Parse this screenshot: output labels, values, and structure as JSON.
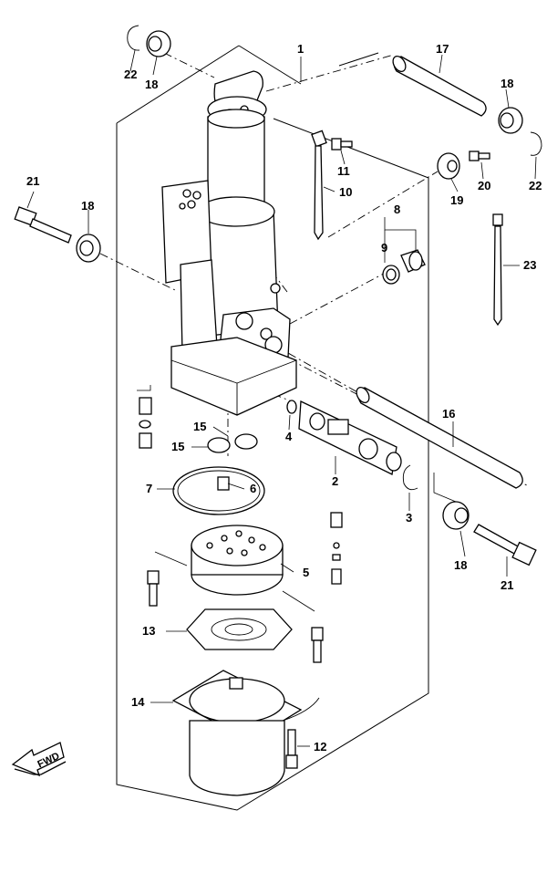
{
  "diagram": {
    "fwd_label": "FWD",
    "callouts": [
      {
        "id": "c1",
        "text": "1"
      },
      {
        "id": "c2",
        "text": "2"
      },
      {
        "id": "c3",
        "text": "3"
      },
      {
        "id": "c4",
        "text": "4"
      },
      {
        "id": "c5",
        "text": "5"
      },
      {
        "id": "c6",
        "text": "6"
      },
      {
        "id": "c7",
        "text": "7"
      },
      {
        "id": "c8",
        "text": "8"
      },
      {
        "id": "c9",
        "text": "9"
      },
      {
        "id": "c10",
        "text": "10"
      },
      {
        "id": "c11",
        "text": "11"
      },
      {
        "id": "c12",
        "text": "12"
      },
      {
        "id": "c13",
        "text": "13"
      },
      {
        "id": "c14",
        "text": "14"
      },
      {
        "id": "c15a",
        "text": "15"
      },
      {
        "id": "c15b",
        "text": "15"
      },
      {
        "id": "c16",
        "text": "16"
      },
      {
        "id": "c17",
        "text": "17"
      },
      {
        "id": "c18a",
        "text": "18"
      },
      {
        "id": "c18b",
        "text": "18"
      },
      {
        "id": "c18c",
        "text": "18"
      },
      {
        "id": "c18d",
        "text": "18"
      },
      {
        "id": "c19",
        "text": "19"
      },
      {
        "id": "c20",
        "text": "20"
      },
      {
        "id": "c21a",
        "text": "21"
      },
      {
        "id": "c21b",
        "text": "21"
      },
      {
        "id": "c22a",
        "text": "22"
      },
      {
        "id": "c22b",
        "text": "22"
      },
      {
        "id": "c23",
        "text": "23"
      }
    ]
  }
}
